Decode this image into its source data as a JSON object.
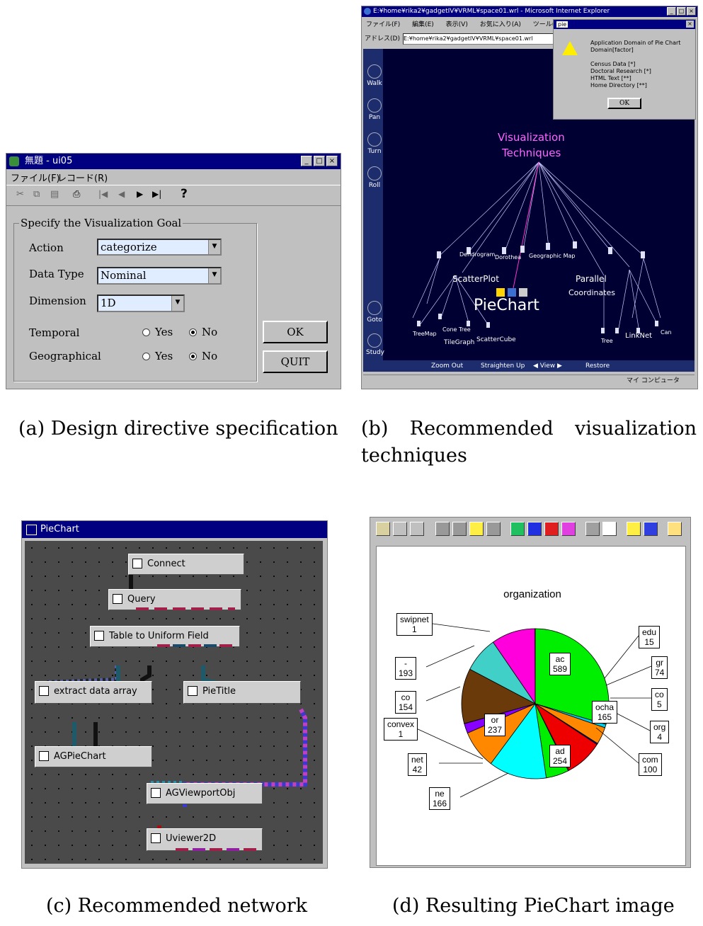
{
  "panel_a": {
    "title": "無題 - ui05",
    "menu": [
      "ファイル(F)",
      "レコード(R)"
    ],
    "group_label": "Specify the Visualization Goal",
    "rows": [
      {
        "label": "Action",
        "value": "categorize"
      },
      {
        "label": "Data Type",
        "value": "Nominal"
      },
      {
        "label": "Dimension",
        "value": "1D"
      }
    ],
    "temporal": {
      "label": "Temporal",
      "yes": "Yes",
      "no": "No",
      "selected": "No"
    },
    "geographical": {
      "label": "Geographical",
      "yes": "Yes",
      "no": "No",
      "selected": "No"
    },
    "ok": "OK",
    "quit": "QUIT",
    "caption": "(a) Design directive specification"
  },
  "panel_b": {
    "title": "E:¥home¥rika2¥gadgetIV¥VRML¥space01.wrl - Microsoft Internet Explorer",
    "menu": [
      "ファイル(F)",
      "編集(E)",
      "表示(V)",
      "お気に入り(A)",
      "ツール(T)"
    ],
    "address_label": "アドレス(D)",
    "address": "E:¥home¥rika2¥gadgetIV¥VRML¥space01.wrl",
    "left_tools": [
      "Walk",
      "Pan",
      "Turn",
      "Roll",
      "Goto",
      "Study"
    ],
    "root_label_1": "Visualization",
    "root_label_2": "Techniques",
    "piechart_label": "PieChart",
    "scatter_label": "ScatterPlot",
    "parallel_label": "Parallel",
    "coord_label": "Coordinates",
    "leaf_labels": [
      "TreeMap",
      "Cone Tree",
      "TileGraph",
      "ScatterCube",
      "LinkNet",
      "Dendrogram",
      "Geographic Map",
      "Dorothea",
      "Tree",
      "Can"
    ],
    "nav": [
      "Zoom Out",
      "Straighten Up",
      "View",
      "Restore"
    ],
    "status_right": "マイ コンピュータ",
    "dialog_title": "pie",
    "dialog_line1": "Application Domain of Pie Chart",
    "dialog_line2": "Domain[factor]",
    "dialog_items": [
      "Census Data [*]",
      "Doctoral Research [*]",
      "HTML Text [**]",
      "Home Directory [**]"
    ],
    "dialog_ok": "OK",
    "caption_1": "(b) Recommended visualization",
    "caption_2": "techniques"
  },
  "panel_c": {
    "title": "PieChart",
    "nodes": [
      "Connect",
      "Query",
      "Table to Uniform Field",
      "extract data array",
      "PieTitle",
      "AGPieChart",
      "AGViewportObj",
      "Uviewer2D"
    ],
    "caption": "(c) Recommended network"
  },
  "panel_d": {
    "caption": "(d) Resulting PieChart image"
  },
  "chart_data": {
    "type": "pie",
    "title": "organization",
    "slices": [
      {
        "label": "ac",
        "value": 589,
        "color": "#00ee00"
      },
      {
        "label": "edu",
        "value": 15,
        "color": "#00ccee"
      },
      {
        "label": "gr",
        "value": 74,
        "color": "#ff8800"
      },
      {
        "label": "co",
        "value": 5,
        "color": "#0000ff"
      },
      {
        "label": "ocha",
        "value": 165,
        "color": "#ee0000"
      },
      {
        "label": "org",
        "value": 4,
        "color": "#ff00ff"
      },
      {
        "label": "com",
        "value": 100,
        "color": "#00ee00"
      },
      {
        "label": "ad",
        "value": 254,
        "color": "#00ffff"
      },
      {
        "label": "ne",
        "value": 166,
        "color": "#ff8800"
      },
      {
        "label": "net",
        "value": 42,
        "color": "#8800ff"
      },
      {
        "label": "convex",
        "value": 1,
        "color": "#ff4400"
      },
      {
        "label": "or",
        "value": 237,
        "color": "#6b3a0a"
      },
      {
        "label": "co",
        "value": 154,
        "color": "#40d0c8"
      },
      {
        "label": "-",
        "value": 193,
        "color": "#ff00dd"
      },
      {
        "label": "swipnet",
        "value": 1,
        "color": "#00ddff"
      }
    ]
  }
}
